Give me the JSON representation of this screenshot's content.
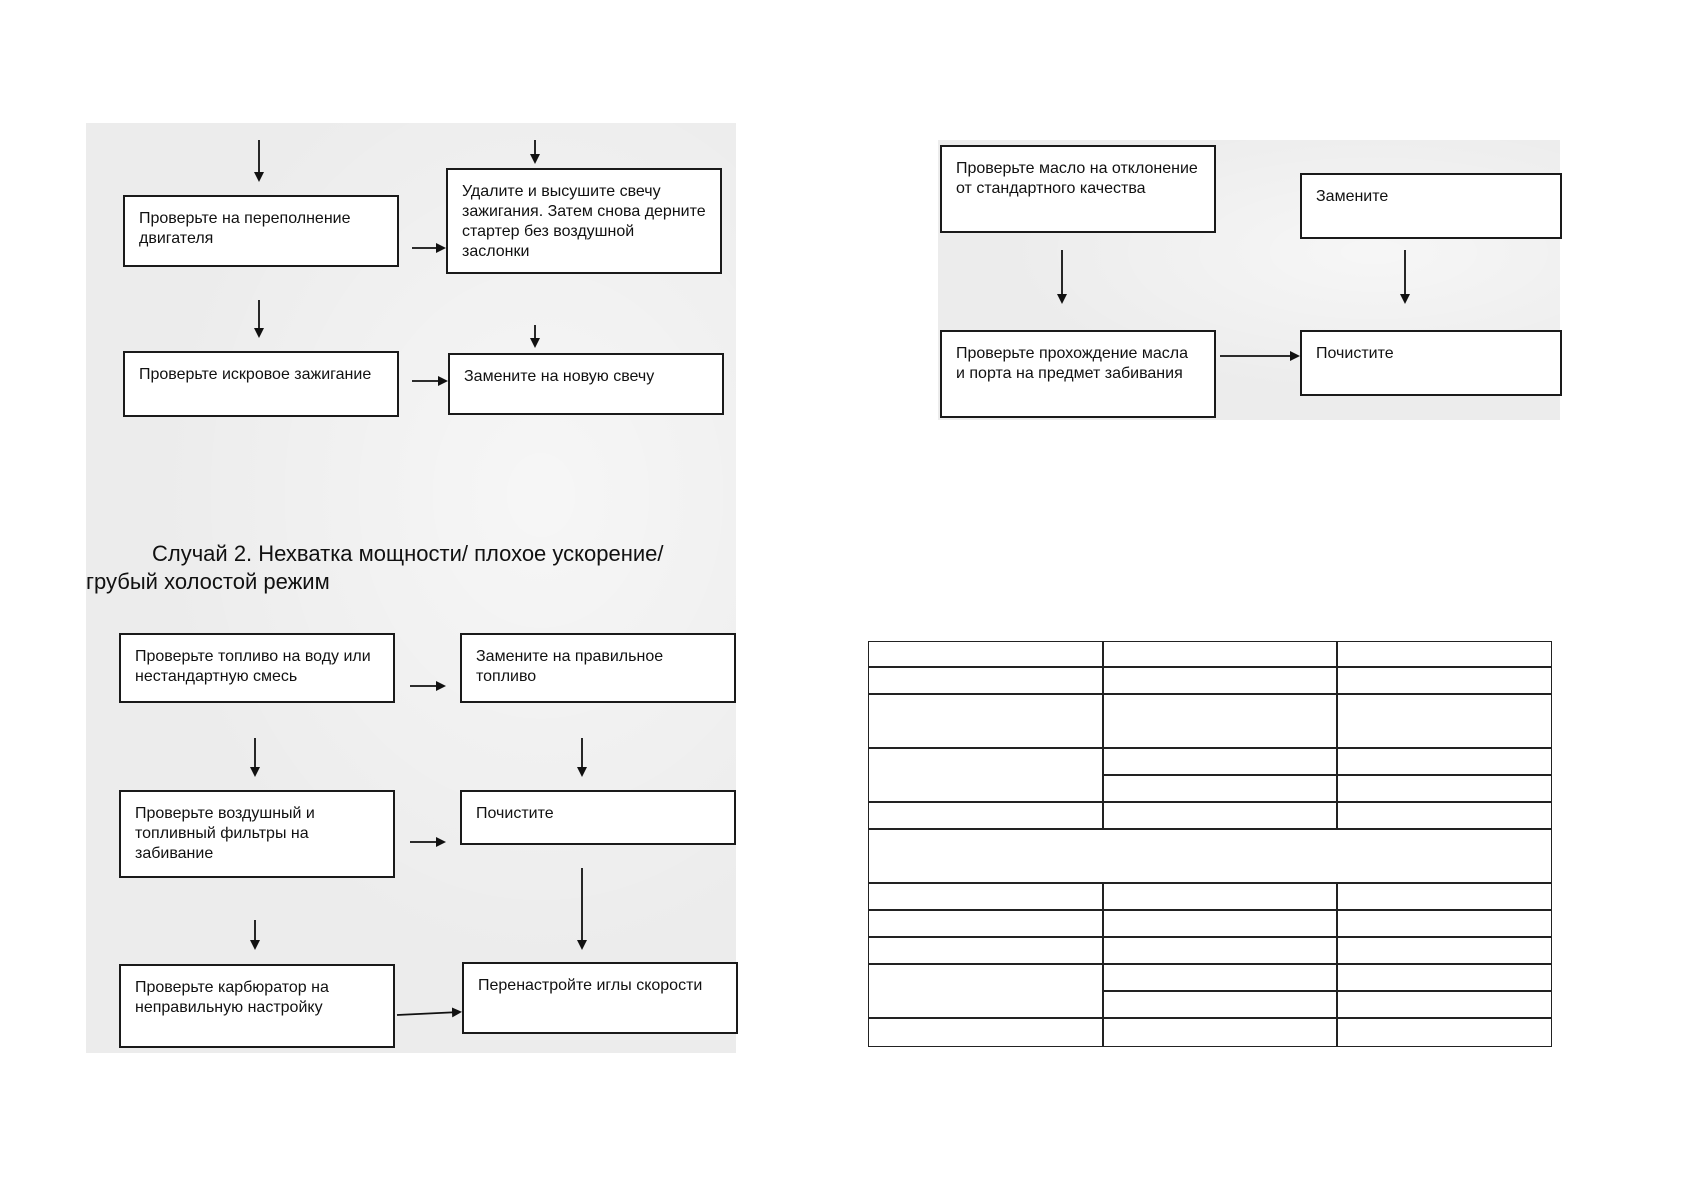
{
  "left_page": {
    "case1_boxes": [
      {
        "id": "check-engine-flooding",
        "text": "Проверьте на переполнение двигателя"
      },
      {
        "id": "remove-dry-plug",
        "text": "Удалите и высушите свечу зажигания. Затем снова дерните стартер без воздушной заслонки"
      },
      {
        "id": "check-spark",
        "text": "Проверьте искровое зажигание"
      },
      {
        "id": "replace-plug",
        "text": "Замените на новую свечу"
      }
    ],
    "case2_heading": "Случай 2. Нехватка мощности/ плохое ускорение/ грубый холостой режим",
    "case2_boxes": [
      {
        "id": "check-fuel",
        "text": "Проверьте топливо на воду или нестандартную смесь"
      },
      {
        "id": "replace-fuel",
        "text": "Замените на правильное топливо"
      },
      {
        "id": "check-filters",
        "text": "Проверьте воздушный и топливный фильтры на забивание"
      },
      {
        "id": "clean-filters",
        "text": "Почистите"
      },
      {
        "id": "check-carburetor",
        "text": "Проверьте карбюратор на неправильную настройку"
      },
      {
        "id": "readjust-needles",
        "text": "Перенастройте иглы скорости"
      }
    ]
  },
  "right_page": {
    "boxes": [
      {
        "id": "check-oil",
        "text": "Проверьте масло на отклонение от стандартного качества"
      },
      {
        "id": "replace-oil",
        "text": "Замените"
      },
      {
        "id": "check-oil-passage",
        "text": "Проверьте прохождение масла и порта на предмет забивания"
      },
      {
        "id": "clean-port",
        "text": "Почистите"
      }
    ]
  }
}
